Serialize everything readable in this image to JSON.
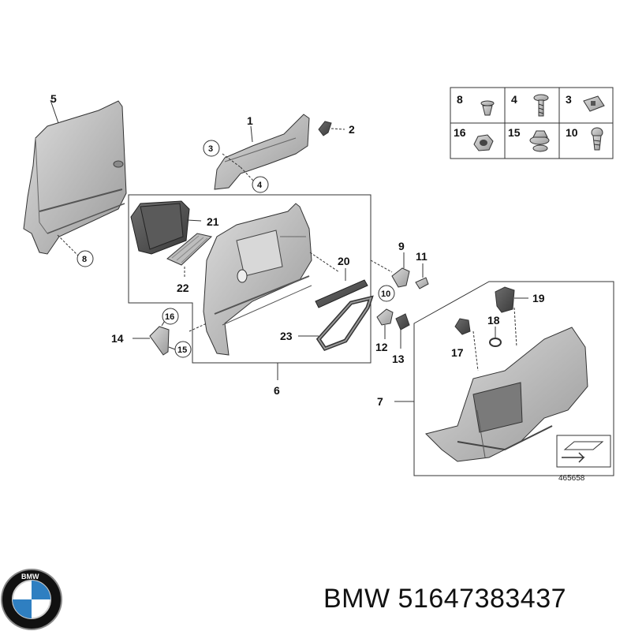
{
  "diagram": {
    "labels": {
      "p1": "1",
      "p2": "2",
      "p3": "3",
      "p4": "4",
      "p5": "5",
      "p6": "6",
      "p7": "7",
      "p8": "8",
      "p9": "9",
      "p10": "10",
      "p11": "11",
      "p12": "12",
      "p13": "13",
      "p14": "14",
      "p15": "15",
      "p16": "16",
      "p17": "17",
      "p18": "18",
      "p19": "19",
      "p20": "20",
      "p21": "21",
      "p22": "22",
      "p23": "23"
    },
    "fastener_table": {
      "cells": [
        {
          "label": "8",
          "icon": "clip-fastener-icon"
        },
        {
          "label": "4",
          "icon": "screw-icon"
        },
        {
          "label": "3",
          "icon": "square-nut-icon"
        },
        {
          "label": "16",
          "icon": "hex-nut-icon"
        },
        {
          "label": "15",
          "icon": "flange-nut-icon"
        },
        {
          "label": "10",
          "icon": "bolt-icon"
        }
      ]
    },
    "drawing_code": "465658"
  },
  "brand": {
    "logo_text": "BMW",
    "caption": "BMW 51647383437"
  },
  "colors": {
    "panel_fill": "#c9c9c9",
    "panel_shade": "#8e8e8e",
    "outline": "#333333",
    "logo_blue": "#2f7fc1"
  }
}
